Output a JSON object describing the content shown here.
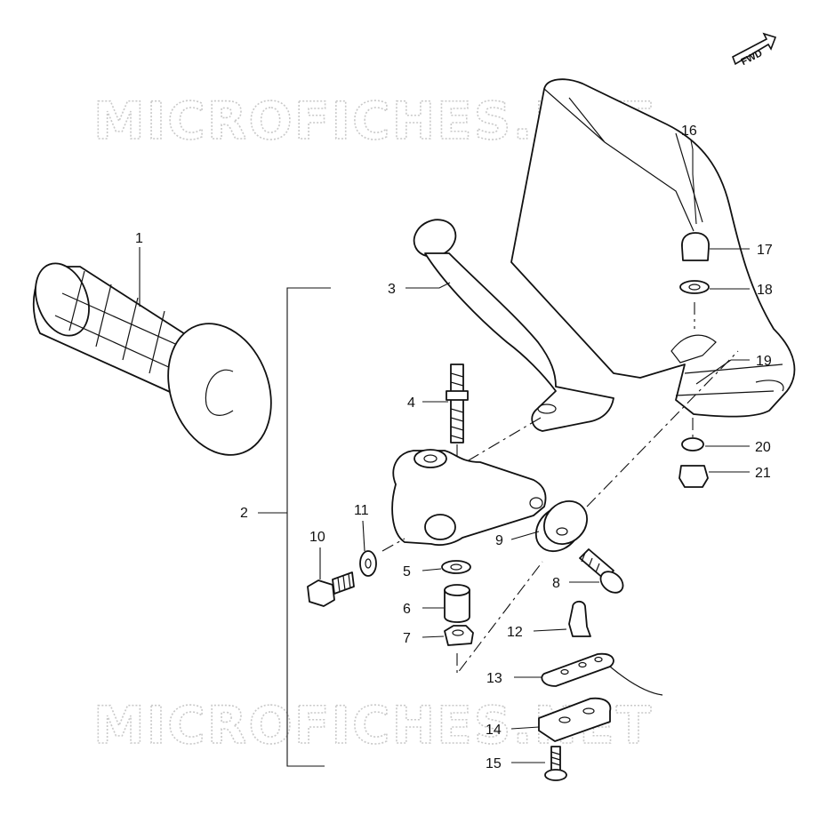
{
  "watermark_text": "MICROFICHES.NET",
  "fwd_label": "FWD",
  "callouts": {
    "c1": "1",
    "c2": "2",
    "c3": "3",
    "c4": "4",
    "c5": "5",
    "c6": "6",
    "c7": "7",
    "c8": "8",
    "c9": "9",
    "c10": "10",
    "c11": "11",
    "c12": "12",
    "c13": "13",
    "c14": "14",
    "c15": "15",
    "c16": "16",
    "c17": "17",
    "c18": "18",
    "c19": "19",
    "c20": "20",
    "c21": "21"
  }
}
